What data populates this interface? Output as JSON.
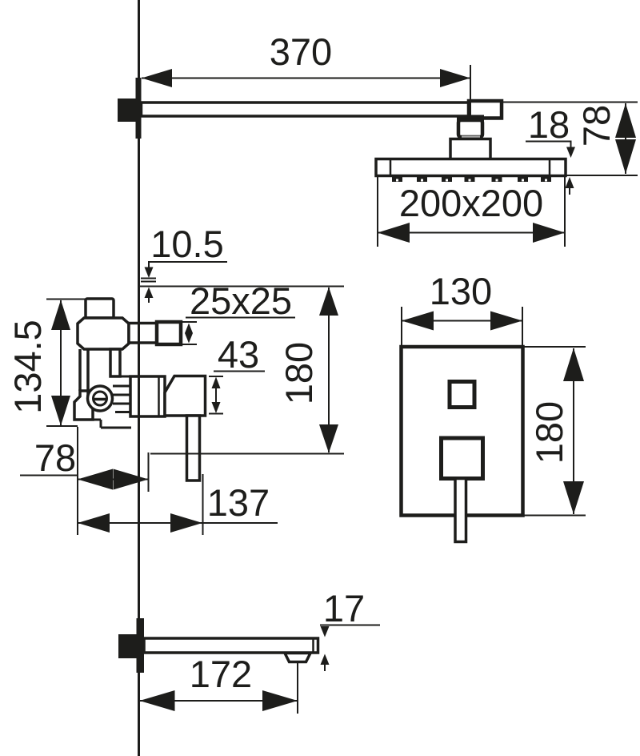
{
  "colors": {
    "line": "#1d1d1b",
    "gray_accent": "#a7a7a6",
    "background": "#ffffff"
  },
  "drawing": {
    "kind": "shower-set installation dimension drawing",
    "dimensions": {
      "arm_length": "370",
      "head_thickness": "18",
      "head_drop": "78",
      "head_size": "200x200",
      "wall_offset": "10.5",
      "outlet_size": "25x25",
      "handle_height": "43",
      "valve_height": "180",
      "body_height": "134.5",
      "valve_depth": "78",
      "valve_reach": "137",
      "plate_width": "130",
      "plate_height": "180",
      "spout_thickness": "17",
      "spout_length": "172"
    }
  }
}
